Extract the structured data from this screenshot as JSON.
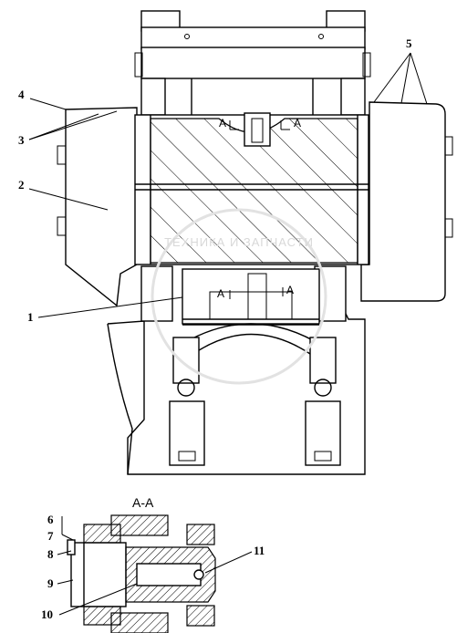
{
  "diagram": {
    "callouts": {
      "c1": "1",
      "c2": "2",
      "c3": "3",
      "c4": "4",
      "c5": "5",
      "c6": "6",
      "c7": "7",
      "c8": "8",
      "c9": "9",
      "c10": "10",
      "c11": "11"
    },
    "section_marks": {
      "a_top_left": "A",
      "a_top_right": "A",
      "a_bottom_left": "A",
      "a_bottom_right": "A"
    },
    "section_view_title": "A-A",
    "watermark": "ТЕХНИКА И ЗАПЧАСТИ"
  }
}
